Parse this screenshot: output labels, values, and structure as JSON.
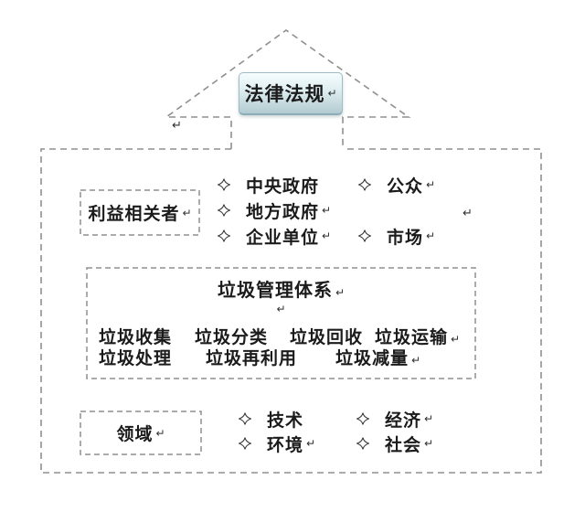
{
  "colors": {
    "dash_gray": "#8f8f8f",
    "text": "#1b1b1b",
    "arrow_label_border": "#9fbcc4",
    "arrow_label_gradient_top": "#f6fcfd",
    "arrow_label_gradient_bottom": "#b2cbd1"
  },
  "arrow_label": {
    "text": "法律法规",
    "mark": "↵"
  },
  "stray_marks": {
    "top_left": "↵",
    "stakeholders_right": "↵"
  },
  "stakeholders": {
    "label": "利益相关者",
    "label_mark": "↵",
    "col1": [
      {
        "text": "中央政府",
        "mark": ""
      },
      {
        "text": "地方政府",
        "mark": "↵"
      },
      {
        "text": "企业单位",
        "mark": "↵"
      }
    ],
    "col2": [
      {
        "text": "公众",
        "mark": "↵"
      },
      {
        "text": "市场",
        "mark": "↵"
      }
    ]
  },
  "system": {
    "title": "垃圾管理体系",
    "title_mark": "↵",
    "stray_mark": "↵",
    "row1": [
      {
        "text": "垃圾收集",
        "mark": ""
      },
      {
        "text": "垃圾分类",
        "mark": ""
      },
      {
        "text": "垃圾回收",
        "mark": ""
      },
      {
        "text": "垃圾运输",
        "mark": "↵"
      }
    ],
    "row2": [
      {
        "text": "垃圾处理",
        "mark": ""
      },
      {
        "text": "垃圾再利用",
        "mark": ""
      },
      {
        "text": "垃圾减量",
        "mark": "↵"
      }
    ]
  },
  "fields": {
    "label": "领域",
    "label_mark": "↵",
    "col1": [
      {
        "text": "技术",
        "mark": ""
      },
      {
        "text": "环境",
        "mark": "↵"
      }
    ],
    "col2": [
      {
        "text": "经济",
        "mark": "↵"
      },
      {
        "text": "社会",
        "mark": "↵"
      }
    ]
  }
}
